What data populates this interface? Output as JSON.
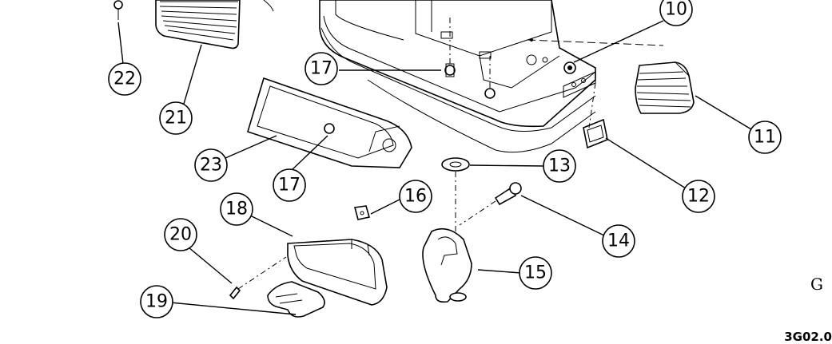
{
  "callouts": [
    {
      "label": "10"
    },
    {
      "label": "11"
    },
    {
      "label": "12"
    },
    {
      "label": "13"
    },
    {
      "label": "14"
    },
    {
      "label": "15"
    },
    {
      "label": "16"
    },
    {
      "label": "17"
    },
    {
      "label": "17"
    },
    {
      "label": "18"
    },
    {
      "label": "19"
    },
    {
      "label": "20"
    },
    {
      "label": "21"
    },
    {
      "label": "22"
    },
    {
      "label": "23"
    }
  ],
  "drawing_code": "3G02.0",
  "logo_text": "G"
}
